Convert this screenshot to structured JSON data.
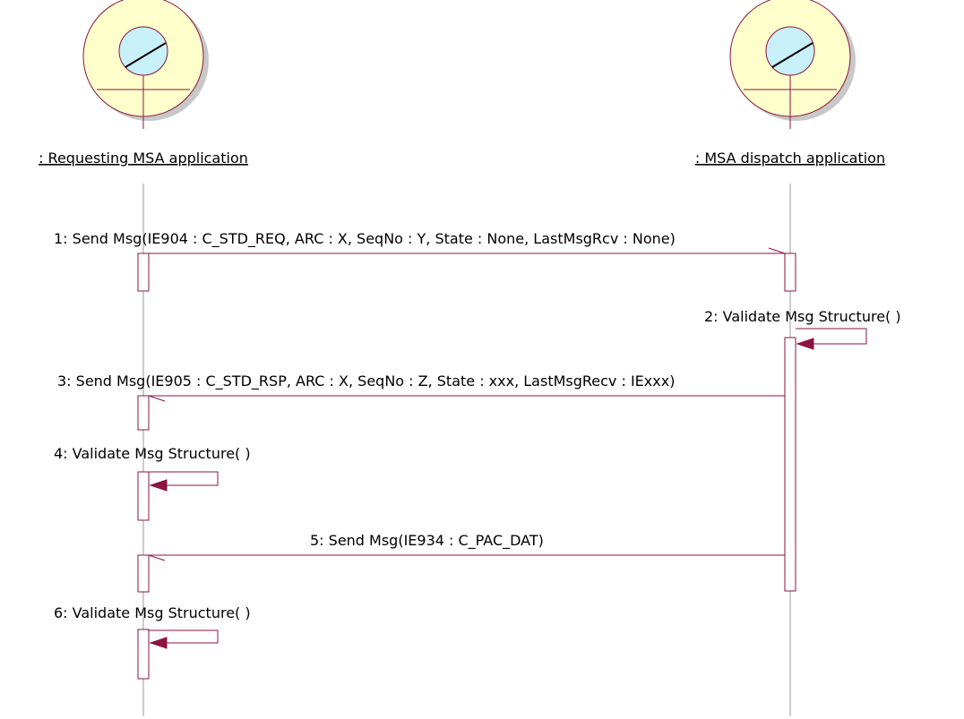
{
  "colors": {
    "line": "#8b1440",
    "actor_fill": "#ffffcc",
    "actor_shadow": "#c8c8c8",
    "actor_head_fill": "#c8f0f8",
    "lifeline": "#9a9a9a"
  },
  "lifelines": [
    {
      "name": ": Requesting MSA application"
    },
    {
      "name": ": MSA dispatch application"
    }
  ],
  "messages": [
    {
      "label": "1: Send Msg(IE904 : C_STD_REQ, ARC : X, SeqNo : Y, State : None, LastMsgRcv : None)",
      "from": 0,
      "to": 1
    },
    {
      "label": "2: Validate Msg Structure( )",
      "from": 1,
      "to": 1
    },
    {
      "label": "3: Send Msg(IE905 : C_STD_RSP, ARC : X, SeqNo : Z, State : xxx, LastMsgRecv : IExxx)",
      "from": 1,
      "to": 0
    },
    {
      "label": "4: Validate Msg Structure( )",
      "from": 0,
      "to": 0
    },
    {
      "label": "5: Send Msg(IE934 : C_PAC_DAT)",
      "from": 1,
      "to": 0
    },
    {
      "label": "6: Validate Msg Structure( )",
      "from": 0,
      "to": 0
    }
  ]
}
